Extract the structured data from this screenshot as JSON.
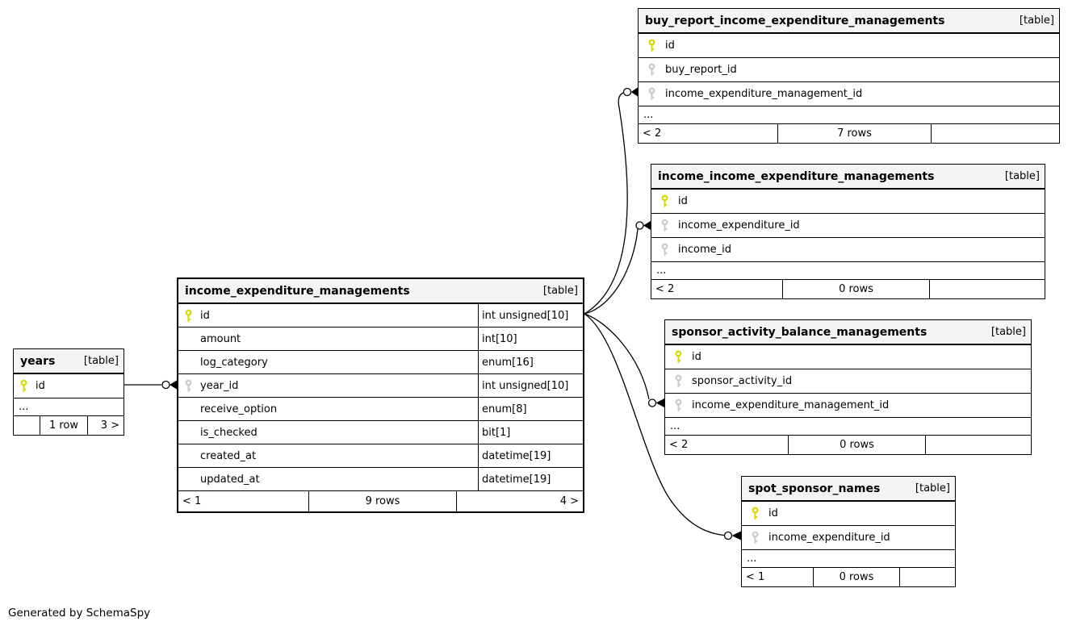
{
  "credit": "Generated by SchemaSpy",
  "edges": [
    {
      "from": "years.id",
      "to": "income_expenditure_managements.year_id"
    },
    {
      "from": "income_expenditure_managements.id",
      "to": "buy_report_income_expenditure_managements.income_expenditure_management_id"
    },
    {
      "from": "income_expenditure_managements.id",
      "to": "income_income_expenditure_managements.income_expenditure_id"
    },
    {
      "from": "income_expenditure_managements.id",
      "to": "sponsor_activity_balance_managements.income_expenditure_management_id"
    },
    {
      "from": "income_expenditure_managements.id",
      "to": "spot_sponsor_names.income_expenditure_id"
    }
  ],
  "tables": {
    "main": {
      "name": "income_expenditure_managements",
      "tag": "[table]",
      "columns": [
        {
          "name": "id",
          "type": "int unsigned[10]",
          "key": "primary"
        },
        {
          "name": "amount",
          "type": "int[10]",
          "key": ""
        },
        {
          "name": "log_category",
          "type": "enum[16]",
          "key": ""
        },
        {
          "name": "year_id",
          "type": "int unsigned[10]",
          "key": "foreign"
        },
        {
          "name": "receive_option",
          "type": "enum[8]",
          "key": ""
        },
        {
          "name": "is_checked",
          "type": "bit[1]",
          "key": ""
        },
        {
          "name": "created_at",
          "type": "datetime[19]",
          "key": ""
        },
        {
          "name": "updated_at",
          "type": "datetime[19]",
          "key": ""
        }
      ],
      "footer": {
        "left": "< 1",
        "center": "9 rows",
        "right": "4 >"
      }
    },
    "years": {
      "name": "years",
      "tag": "[table]",
      "columns": [
        {
          "name": "id",
          "key": "primary"
        }
      ],
      "ellipsis": "...",
      "footer": {
        "left": "",
        "center": "1 row",
        "right": "3 >"
      }
    },
    "buy_report": {
      "name": "buy_report_income_expenditure_managements",
      "tag": "[table]",
      "columns": [
        {
          "name": "id",
          "key": "primary"
        },
        {
          "name": "buy_report_id",
          "key": "foreign"
        },
        {
          "name": "income_expenditure_management_id",
          "key": "foreign"
        }
      ],
      "ellipsis": "...",
      "footer": {
        "left": "< 2",
        "center": "7 rows",
        "right": ""
      }
    },
    "income_income": {
      "name": "income_income_expenditure_managements",
      "tag": "[table]",
      "columns": [
        {
          "name": "id",
          "key": "primary"
        },
        {
          "name": "income_expenditure_id",
          "key": "foreign"
        },
        {
          "name": "income_id",
          "key": "foreign"
        }
      ],
      "ellipsis": "...",
      "footer": {
        "left": "< 2",
        "center": "0 rows",
        "right": ""
      }
    },
    "sponsor": {
      "name": "sponsor_activity_balance_managements",
      "tag": "[table]",
      "columns": [
        {
          "name": "id",
          "key": "primary"
        },
        {
          "name": "sponsor_activity_id",
          "key": "foreign"
        },
        {
          "name": "income_expenditure_management_id",
          "key": "foreign"
        }
      ],
      "ellipsis": "...",
      "footer": {
        "left": "< 2",
        "center": "0 rows",
        "right": ""
      }
    },
    "spot": {
      "name": "spot_sponsor_names",
      "tag": "[table]",
      "columns": [
        {
          "name": "id",
          "key": "primary"
        },
        {
          "name": "income_expenditure_id",
          "key": "foreign"
        }
      ],
      "ellipsis": "...",
      "footer": {
        "left": "< 1",
        "center": "0 rows",
        "right": ""
      }
    }
  }
}
